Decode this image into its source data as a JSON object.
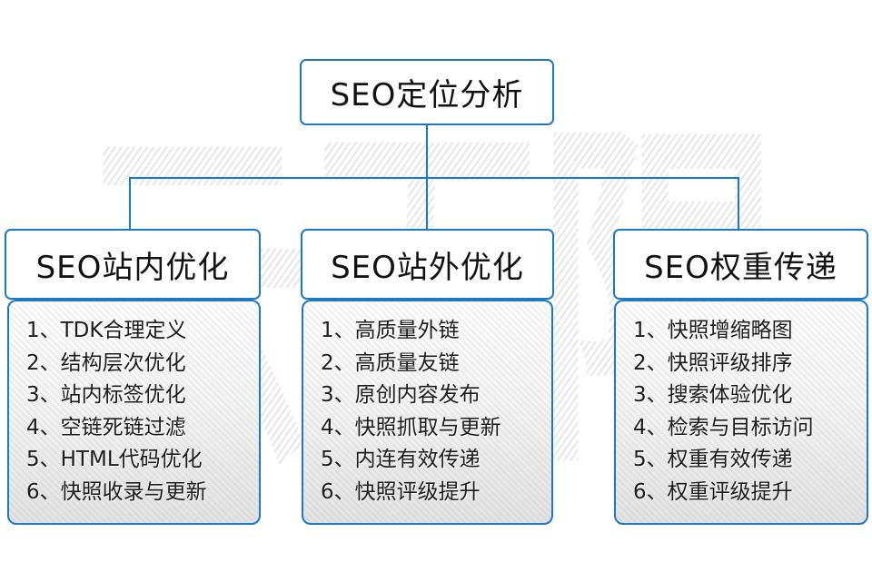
{
  "watermark": {
    "text": "云无限"
  },
  "root": {
    "title": "SEO定位分析"
  },
  "columns": [
    {
      "title": "SEO站内优化",
      "items": [
        "1、TDK合理定义",
        "2、结构层次优化",
        "3、站内标签优化",
        "4、空链死链过滤",
        "5、HTML代码优化",
        "6、快照收录与更新"
      ]
    },
    {
      "title": "SEO站外优化",
      "items": [
        "1、高质量外链",
        "2、高质量友链",
        "3、原创内容发布",
        "4、快照抓取与更新",
        "5、内连有效传递",
        "6、快照评级提升"
      ]
    },
    {
      "title": "SEO权重传递",
      "items": [
        "1、快照增缩略图",
        "2、快照评级排序",
        "3、搜索体验优化",
        "4、检索与目标访问",
        "5、权重有效传递",
        "6、权重评级提升"
      ]
    }
  ],
  "colors": {
    "connector_blue": "#1b79c5",
    "panel_gray": "#e2e2e2",
    "watermark_gray": "#e9e9e9"
  }
}
